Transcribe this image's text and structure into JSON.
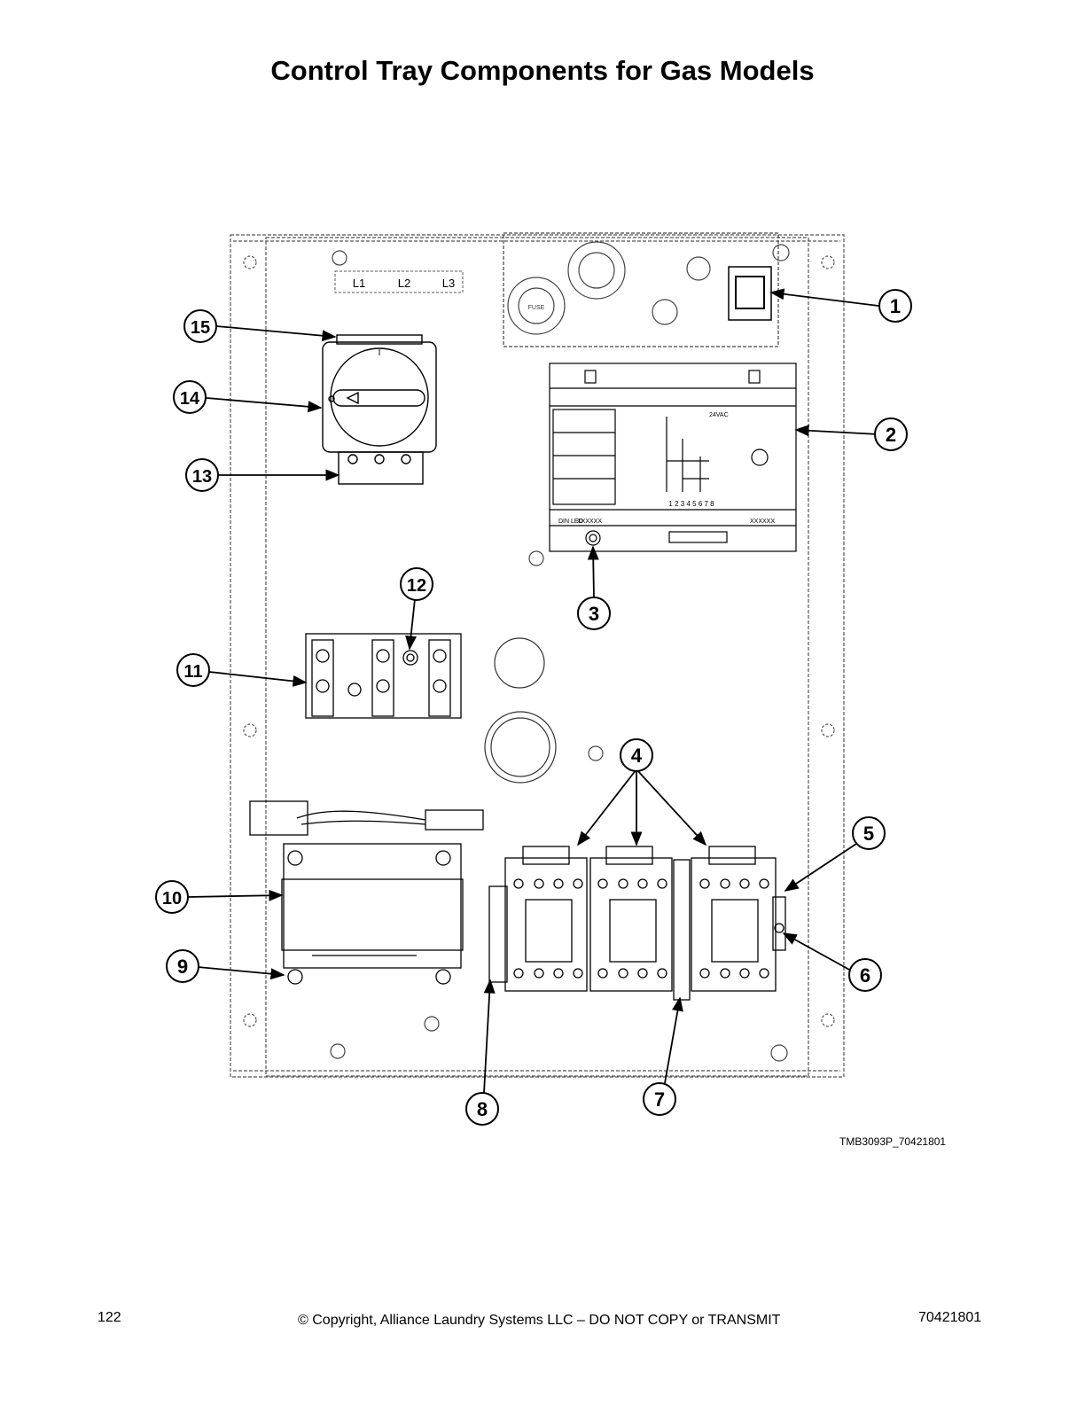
{
  "page": {
    "title": "Control Tray Components for Gas Models",
    "figure_id": "TMB3093P_70421801",
    "page_number": "122",
    "copyright": "© Copyright, Alliance Laundry Systems LLC – DO NOT COPY or TRANSMIT",
    "document_number": "70421801"
  },
  "callouts": [
    "1",
    "2",
    "3",
    "4",
    "5",
    "6",
    "7",
    "8",
    "9",
    "10",
    "11",
    "12",
    "13",
    "14",
    "15"
  ],
  "drawing_labels": {
    "terminal_l1": "L1",
    "terminal_l2": "L2",
    "terminal_l3": "L3",
    "fuse": "FUSE",
    "switch_on": "I",
    "module_terminals": "1 2 3 4 5 6 7 8",
    "module_code_left": "XXXXXX",
    "module_code_right": "XXXXXX",
    "module_din": "DIN LED",
    "module_supply": "24VAC"
  }
}
